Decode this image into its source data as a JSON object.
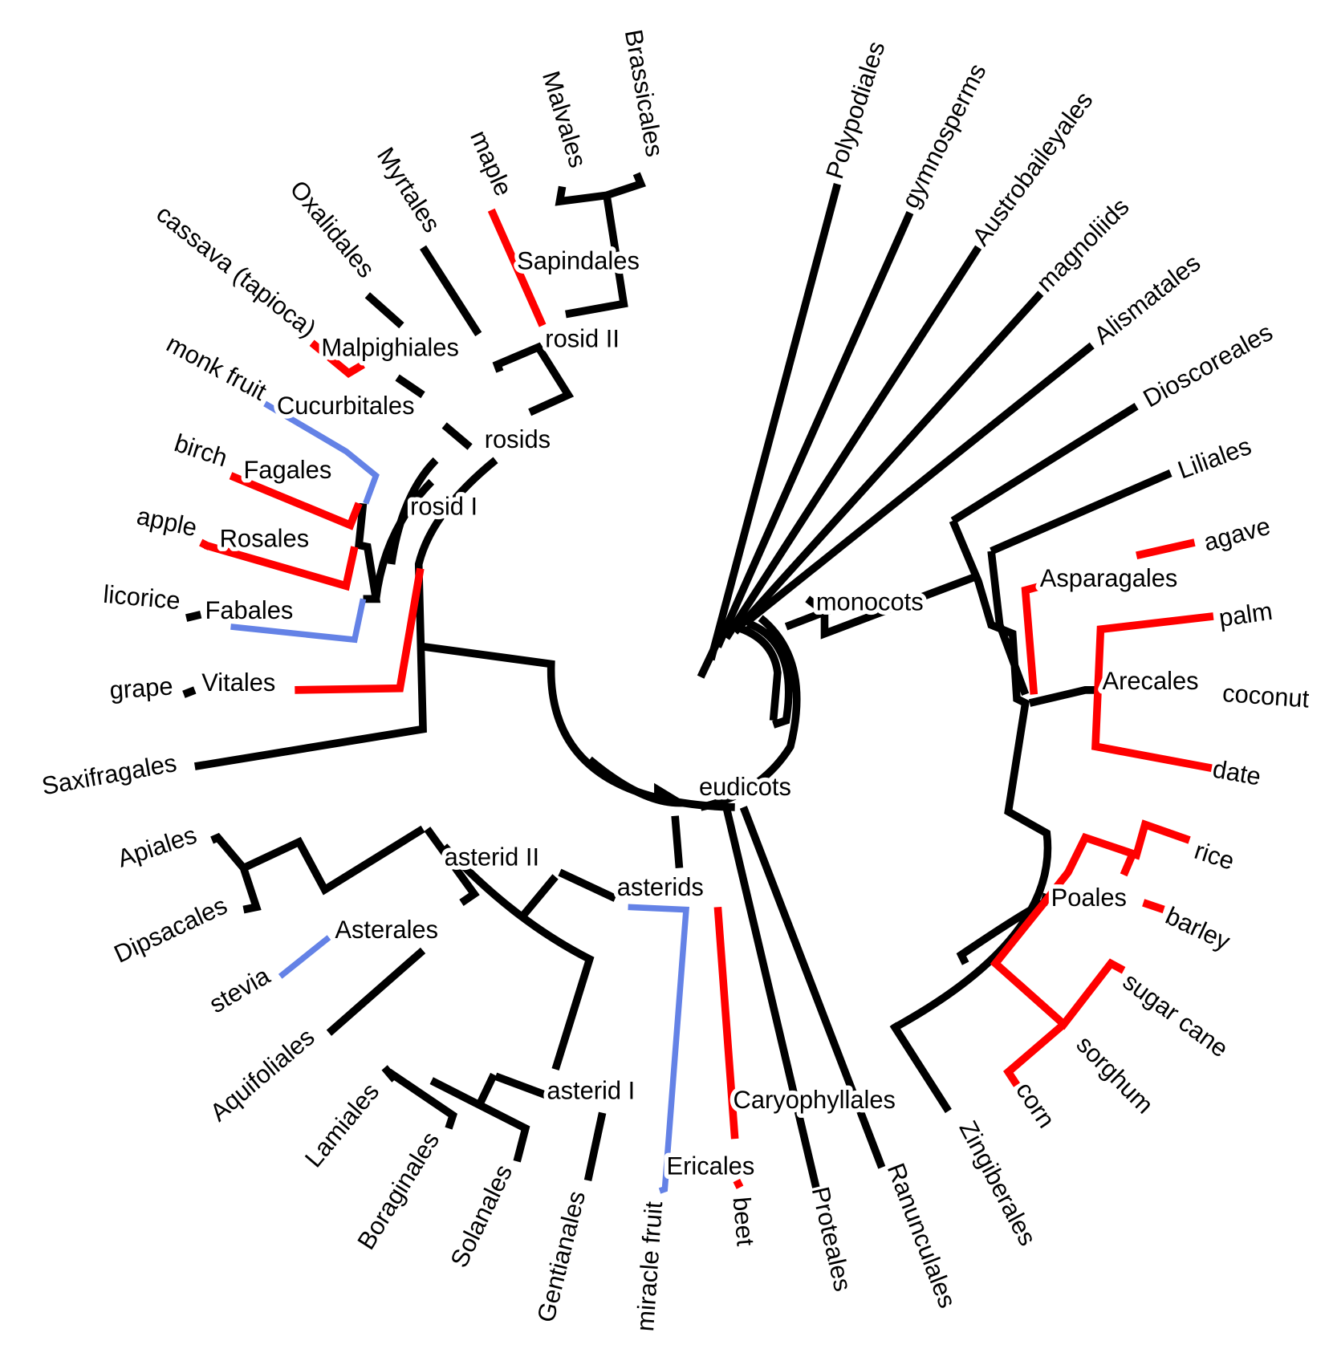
{
  "colors": {
    "default": "#000000",
    "highlight_red": "#ff0000",
    "highlight_blue": "#6482e6"
  },
  "leaves": {
    "polypodiales": "Polypodiales",
    "gymnosperms": "gymnosperms",
    "austrobaileyales": "Austrobaileyales",
    "magnoliids": "magnoliids",
    "alismatales": "Alismatales",
    "dioscoreales": "Dioscoreales",
    "liliales": "Liliales",
    "agave": "agave",
    "palm": "palm",
    "coconut": "coconut",
    "date": "date",
    "rice": "rice",
    "barley": "barley",
    "sugar_cane": "sugar cane",
    "sorghum": "sorghum",
    "corn": "corn",
    "zingiberales": "Zingiberales",
    "ranunculales": "Ranunculales",
    "proteales": "Proteales",
    "beet": "beet",
    "miracle_fruit": "miracle fruit",
    "gentianales": "Gentianales",
    "solanales": "Solanales",
    "boraginales": "Boraginales",
    "lamiales": "Lamiales",
    "aquifoliales": "Aquifoliales",
    "stevia": "stevia",
    "dipsacales": "Dipsacales",
    "apiales": "Apiales",
    "saxifragales": "Saxifragales",
    "grape": "grape",
    "licorice": "licorice",
    "apple": "apple",
    "birch": "birch",
    "monk_fruit": "monk fruit",
    "cassava": "cassava (tapioca)",
    "oxalidales": "Oxalidales",
    "myrtales": "Myrtales",
    "maple": "maple",
    "malvales": "Malvales",
    "brassicales": "Brassicales"
  },
  "clades": {
    "sapindales": "Sapindales",
    "rosid_ii": "rosid II",
    "malpighiales": "Malpighiales",
    "cucurbitales": "Cucurbitales",
    "rosids": "rosids",
    "fagales": "Fagales",
    "rosid_i": "rosid I",
    "rosales": "Rosales",
    "fabales": "Fabales",
    "vitales": "Vitales",
    "monocots": "monocots",
    "asparagales": "Asparagales",
    "arecales": "Arecales",
    "eudicots": "eudicots",
    "asterid_ii": "asterid II",
    "asterids": "asterids",
    "poales": "Poales",
    "asterales": "Asterales",
    "asterid_i": "asterid I",
    "caryophyllales": "Caryophyllales",
    "ericales": "Ericales"
  }
}
